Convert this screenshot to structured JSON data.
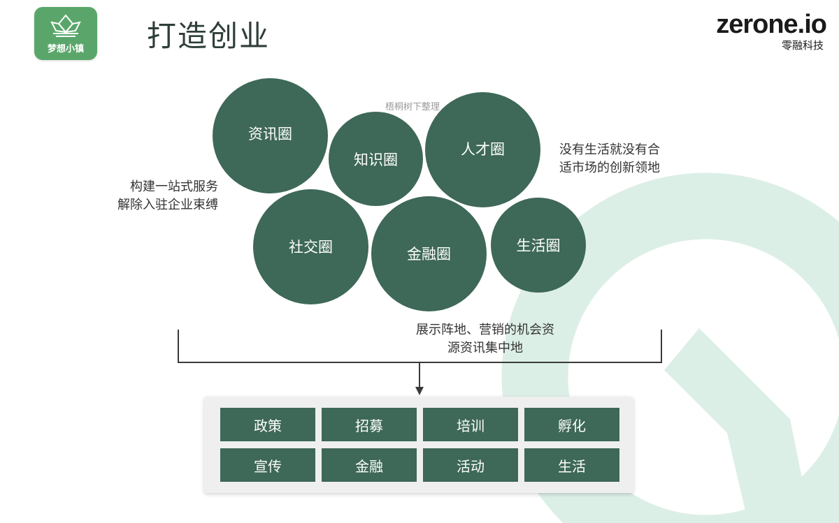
{
  "header": {
    "app_badge": "梦想小镇",
    "title": "打造创业",
    "brand_name": "zerone.io",
    "brand_sub": "零融科技"
  },
  "credit": "梧桐树下整理",
  "circles": [
    {
      "label": "资讯圈"
    },
    {
      "label": "知识圈"
    },
    {
      "label": "人才圈"
    },
    {
      "label": "社交圈"
    },
    {
      "label": "金融圈"
    },
    {
      "label": "生活圈"
    }
  ],
  "notes": {
    "left": [
      "构建一站式服务",
      "解除入驻企业束缚"
    ],
    "right": [
      "没有生活就没有合",
      "适市场的创新领地"
    ],
    "bottom": [
      "展示阵地、营销的机会资",
      "源资讯集中地"
    ]
  },
  "grid": {
    "row1": [
      "政策",
      "招募",
      "培训",
      "孵化"
    ],
    "row2": [
      "宣传",
      "金融",
      "活动",
      "生活"
    ]
  },
  "colors": {
    "primary": "#3e6858",
    "badge": "#5aa66a",
    "watermark": "#d8ece4"
  }
}
